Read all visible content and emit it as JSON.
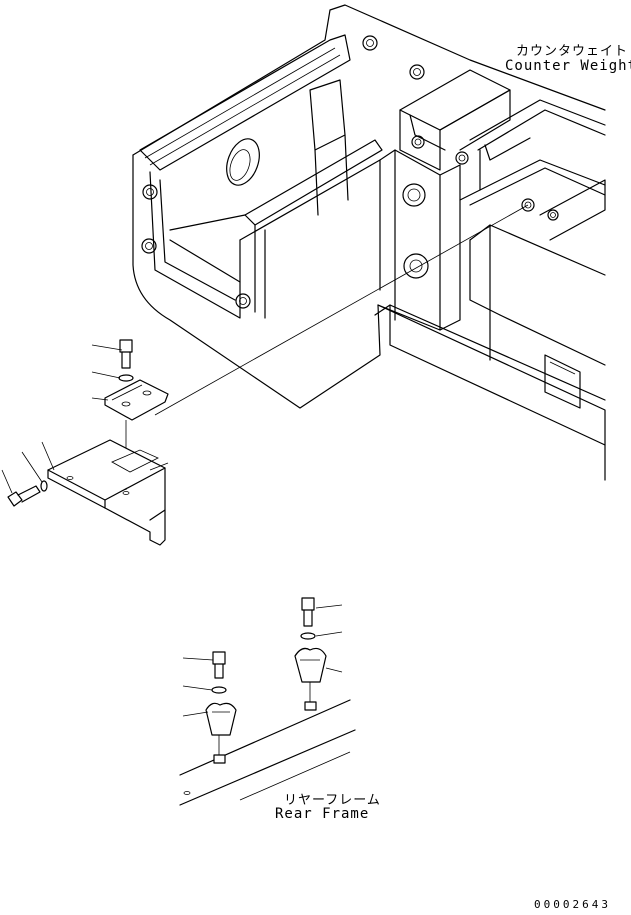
{
  "labels": {
    "counterweight_jp": "カウンタウェイト",
    "counterweight_en": "Counter Weight",
    "rear_frame_jp": "リヤーフレーム",
    "rear_frame_en": "Rear Frame",
    "drawing_code": "00002643"
  }
}
